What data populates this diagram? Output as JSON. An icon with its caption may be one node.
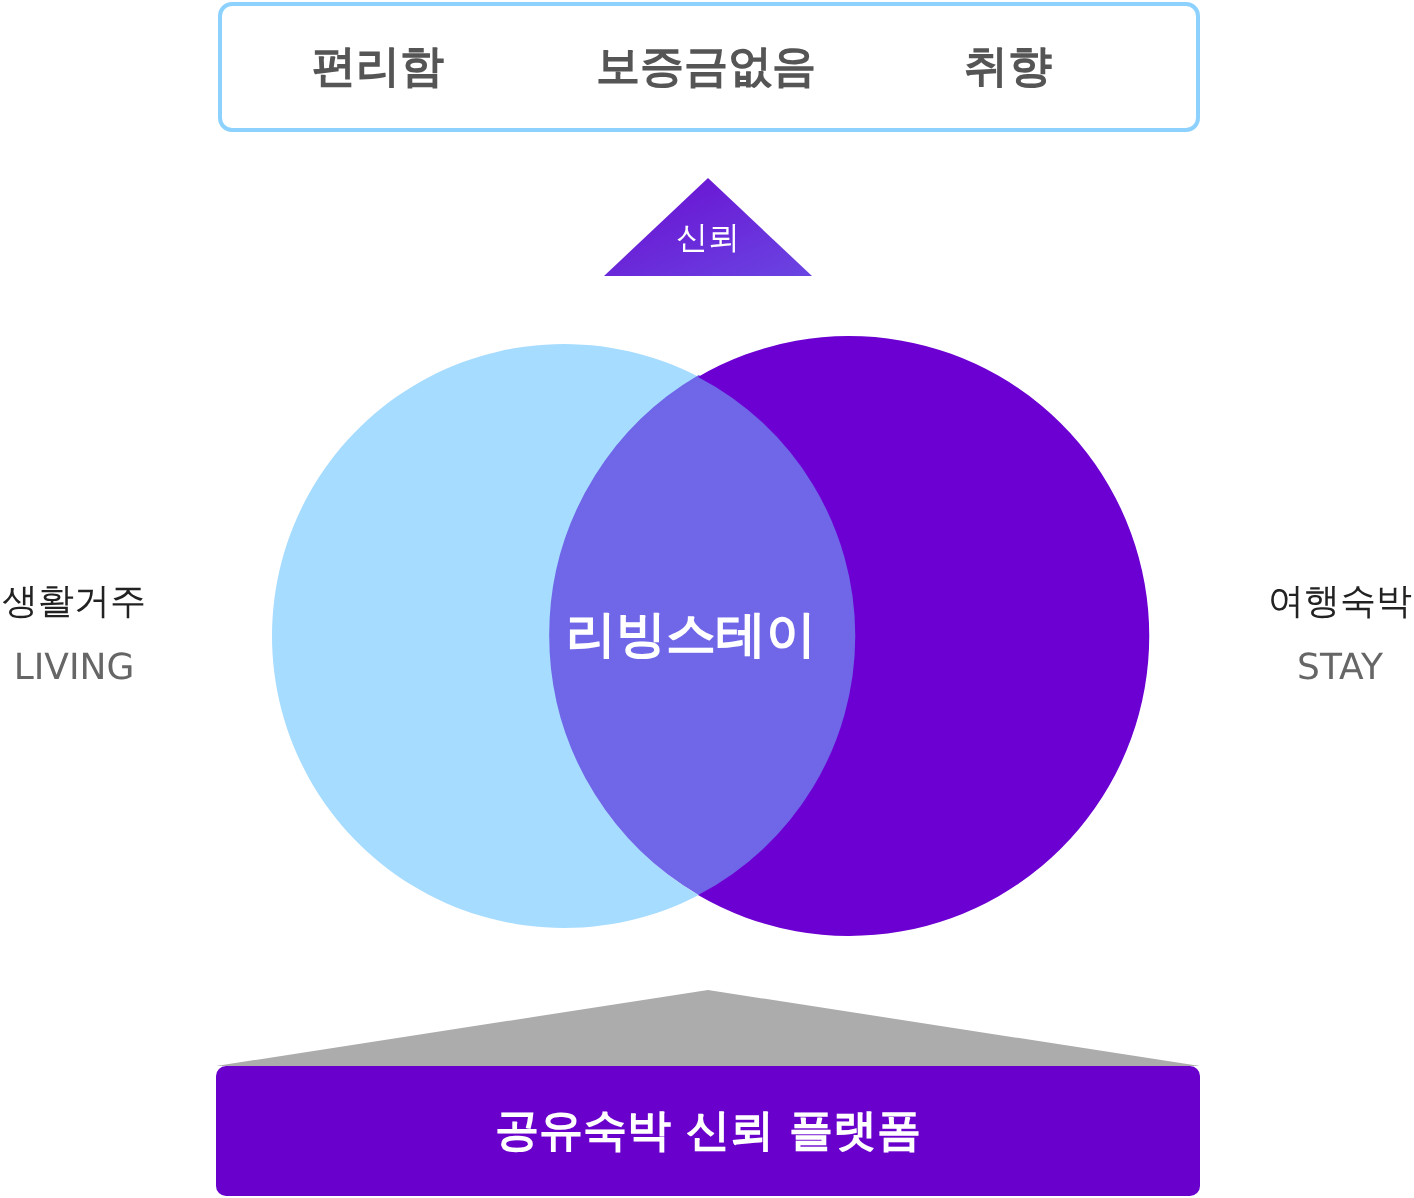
{
  "diagram": {
    "nodes": [
      {
        "text": [
          "편리함",
          "보증금없음",
          "취향"
        ]
      },
      {
        "text": [
          "신뢰"
        ]
      },
      {
        "text": [],
        "shape": "circle",
        "beside": [
          "생활거주",
          "LIVING"
        ]
      },
      {
        "text": [
          "리빙스테이"
        ]
      },
      {
        "text": [],
        "shape": "circle",
        "beside": [
          "여행숙박",
          "STAY"
        ]
      },
      {
        "text": [],
        "shape": "triangle"
      },
      {
        "text": [
          "공유숙박 신뢰 플랫폼"
        ]
      }
    ]
  }
}
